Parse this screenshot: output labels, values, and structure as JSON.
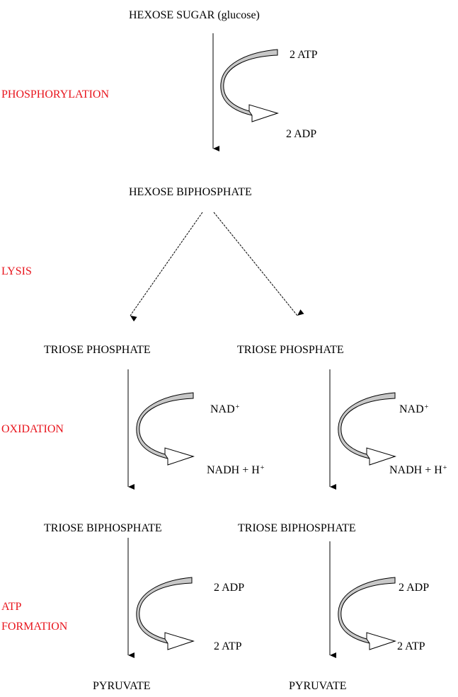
{
  "compounds": {
    "hexose_sugar": "HEXOSE SUGAR (glucose)",
    "hexose_biphosphate": "HEXOSE BIPHOSPHATE",
    "triose_phosphate_left": "TRIOSE PHOSPHATE",
    "triose_phosphate_right": "TRIOSE PHOSPHATE",
    "triose_biphosphate_left": "TRIOSE BIPHOSPHATE",
    "triose_biphosphate_right": "TRIOSE BIPHOSPHATE",
    "pyruvate_left": "PYRUVATE",
    "pyruvate_right": "PYRUVATE"
  },
  "stages": {
    "phosphorylation": "PHOSPHORYLATION",
    "lysis": "LYSIS",
    "oxidation": "OXIDATION",
    "atp_formation_line1": "ATP",
    "atp_formation_line2": "FORMATION"
  },
  "cofactors": {
    "phos_in": "2 ATP",
    "phos_out": "2 ADP",
    "ox_left_in": "NAD",
    "ox_left_in_sup": "+",
    "ox_left_out": "NADH + H",
    "ox_left_out_sup": "+",
    "ox_right_in": "NAD",
    "ox_right_in_sup": "+",
    "ox_right_out": "NADH + H",
    "ox_right_out_sup": "+",
    "atp_left_in": "2 ADP",
    "atp_left_out": "2 ATP",
    "atp_right_in": "2 ADP",
    "atp_right_out": "2 ATP"
  },
  "colors": {
    "stage_label": "#e8141c",
    "text": "#000000",
    "curved_arrow_fill": "#c8c8c8",
    "arrowhead_fill": "#ffffff"
  }
}
